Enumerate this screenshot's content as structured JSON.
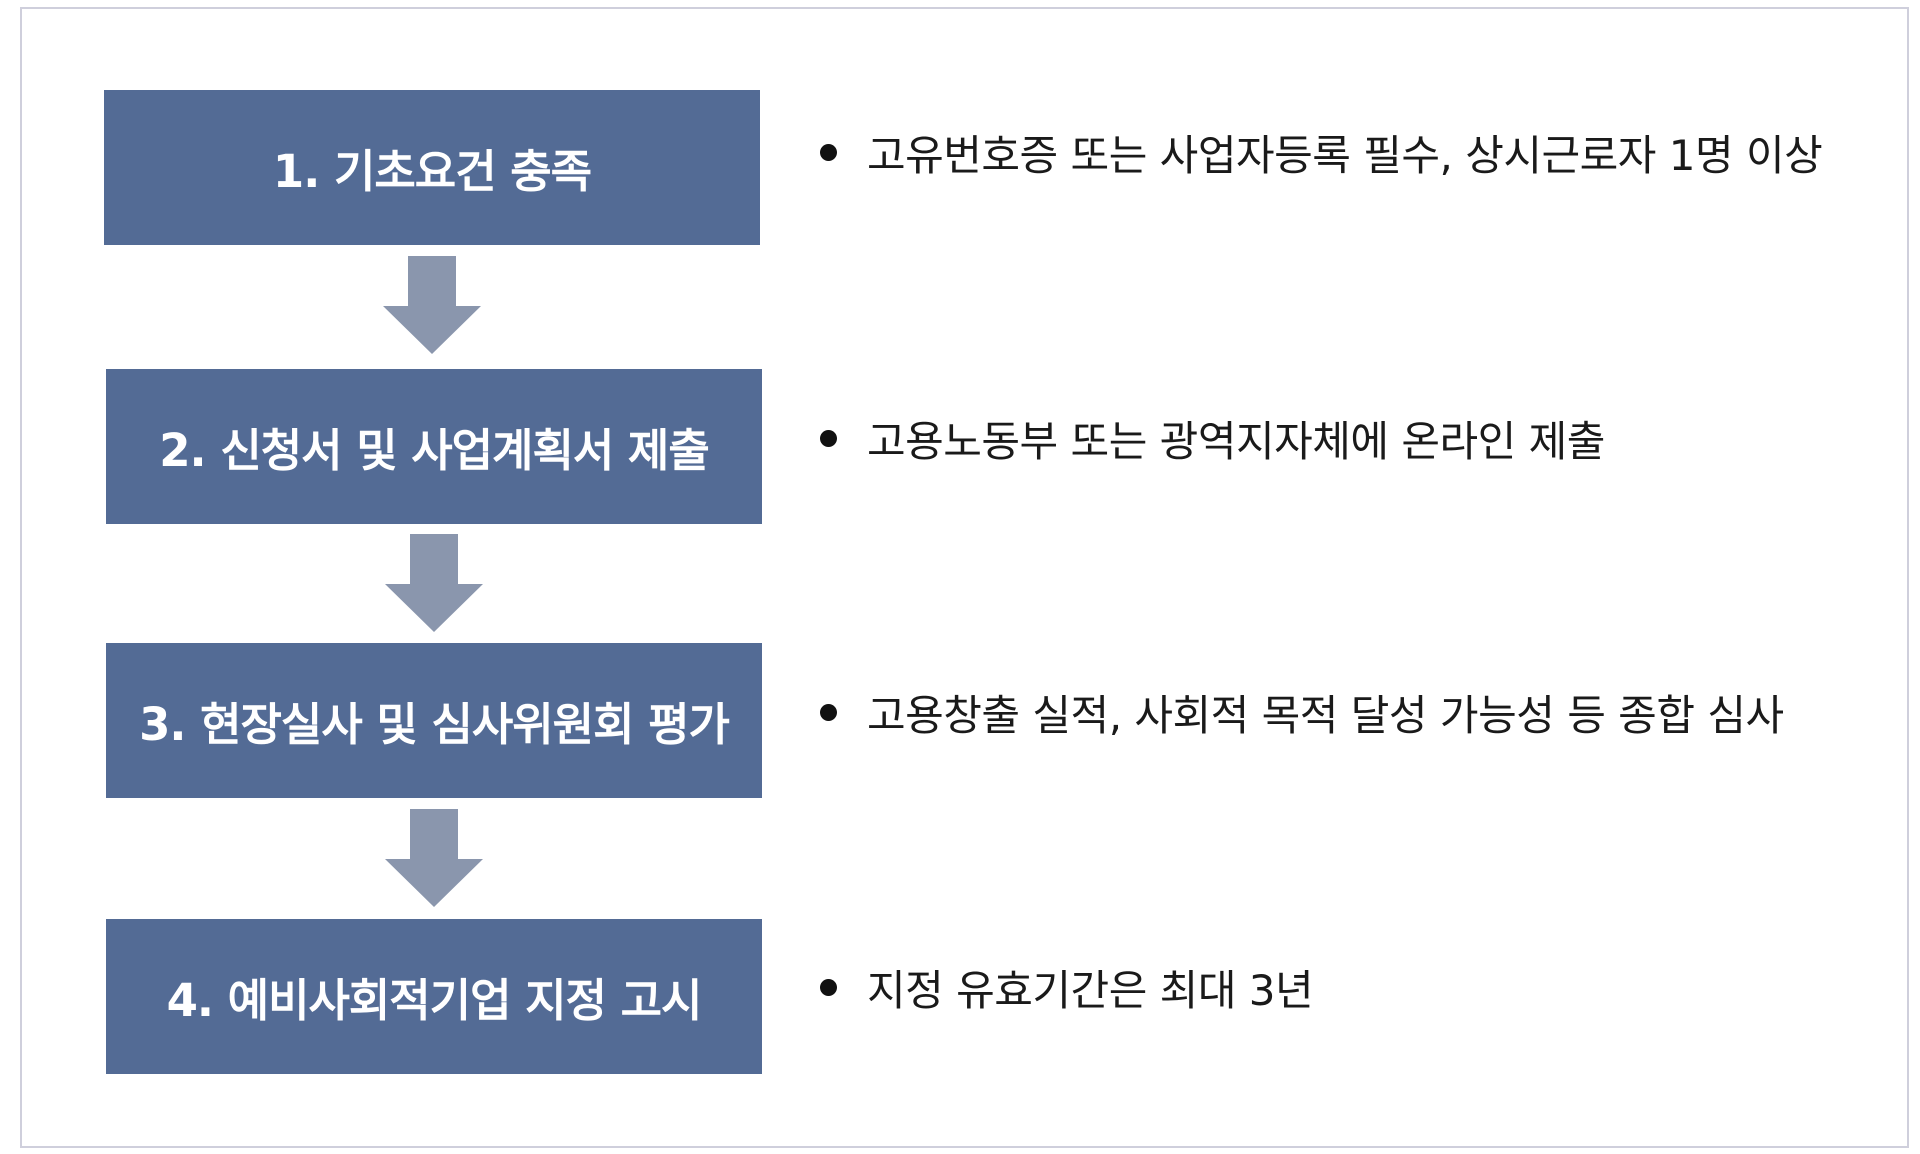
{
  "colors": {
    "step_fill": "#536b95",
    "arrow_fill": "#8a96ad",
    "text": "#1a1a1a",
    "frame_border": "#cfcfdc"
  },
  "steps": [
    {
      "label": "1. 기초요건 충족",
      "note": "고유번호증 또는 사업자등록 필수, 상시근로자 1명 이상"
    },
    {
      "label": "2. 신청서 및 사업계획서 제출",
      "note": "고용노동부 또는 광역지자체에 온라인 제출"
    },
    {
      "label": "3. 현장실사 및 심사위원회 평가",
      "note": "고용창출 실적, 사회적 목적 달성 가능성 등 종합 심사"
    },
    {
      "label": "4. 예비사회적기업 지정 고시",
      "note": "지정 유효기간은 최대 3년"
    }
  ]
}
